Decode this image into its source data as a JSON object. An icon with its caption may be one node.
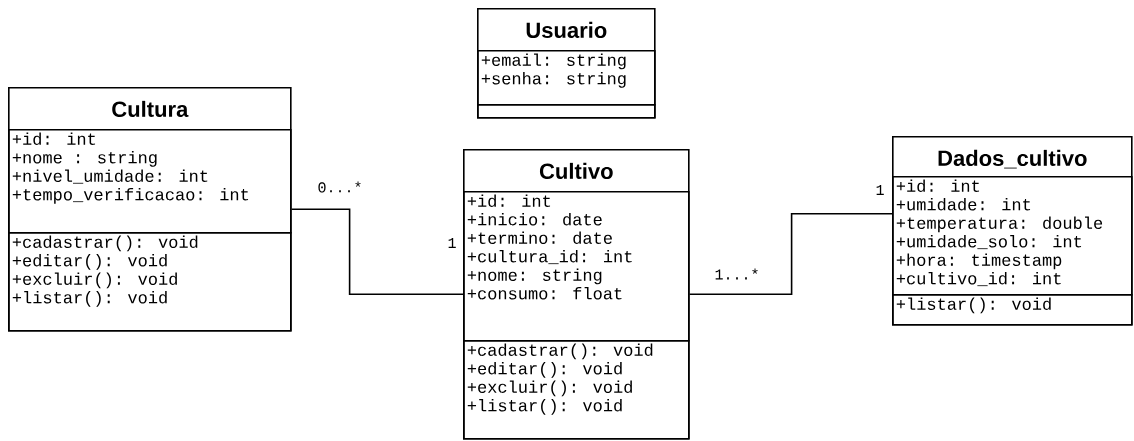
{
  "diagram": {
    "nodes": [
      {
        "text": [
          "Usuario"
        ]
      },
      {
        "text": [
          "+email: string",
          "+senha: string"
        ],
        "in": 0
      },
      {
        "text": [],
        "shape": "box",
        "in": 0
      },
      {
        "text": [
          "Cultura"
        ]
      },
      {
        "text": [
          "+id: int",
          "+nome : string",
          "+nivel_umidade: int",
          "+tempo_verificacao: int"
        ],
        "in": 3
      },
      {
        "text": [
          "+cadastrar(): void",
          "+editar(): void",
          "+excluir(): void",
          "+listar(): void"
        ],
        "in": 3
      },
      {
        "text": [
          "Cultivo"
        ]
      },
      {
        "text": [
          "+id: int",
          "+inicio: date",
          "+termino: date",
          "+cultura_id: int",
          "+nome: string",
          "+consumo: float"
        ],
        "in": 6
      },
      {
        "text": [
          "+cadastrar(): void",
          "+editar(): void",
          "+excluir(): void",
          "+listar(): void"
        ],
        "in": 6
      },
      {
        "text": [
          "Dados_cultivo"
        ]
      },
      {
        "text": [
          "+id: int",
          "+umidade: int",
          "+temperatura: double",
          "+umidade_solo: int",
          "+hora: timestamp",
          "+cultivo_id: int"
        ],
        "in": 9
      },
      {
        "text": [
          "+listar(): void"
        ],
        "in": 9
      }
    ],
    "edges": [
      {
        "from": 3,
        "to": 6,
        "arrow": "none"
      },
      {
        "from": 6,
        "to": 9,
        "arrow": "none"
      }
    ],
    "labels": [
      "0...*",
      "1",
      "1...*",
      "1"
    ]
  }
}
